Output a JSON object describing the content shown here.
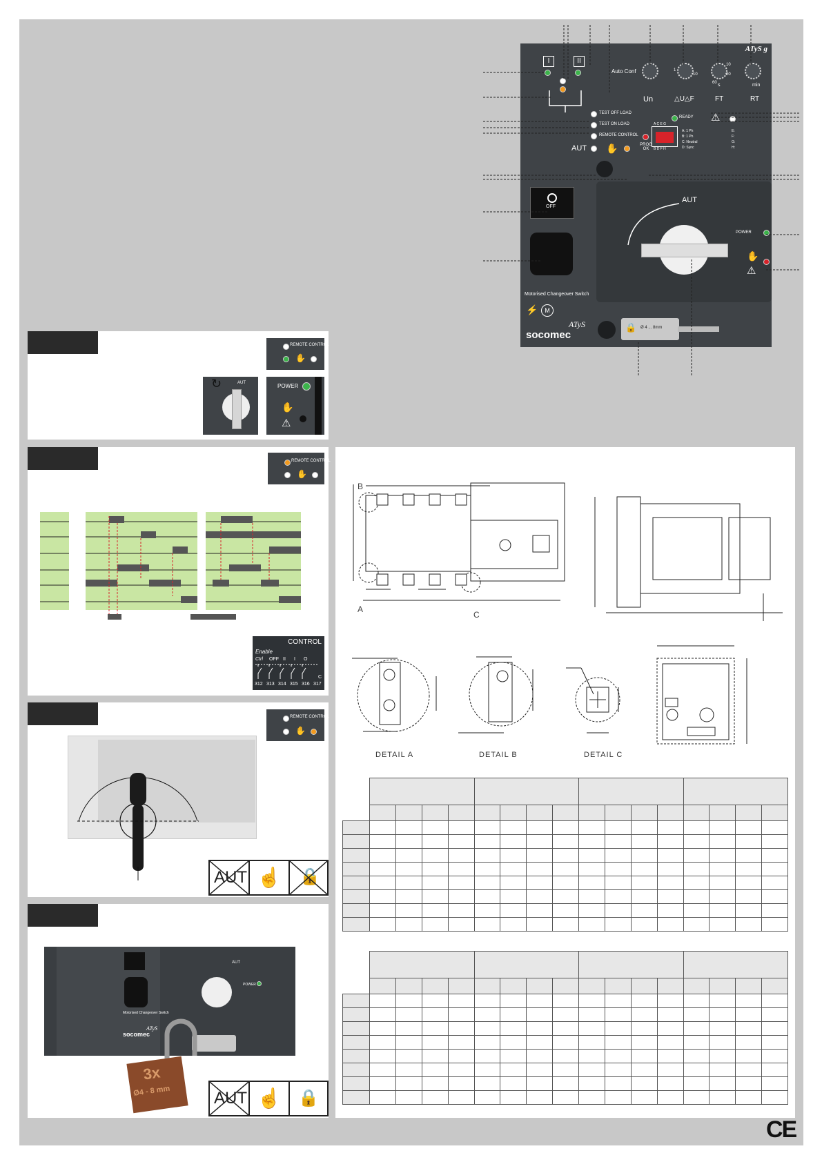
{
  "panel": {
    "brand": "ATyS g",
    "auto_conf_label": "Auto Conf",
    "source_1": "I",
    "source_2": "II",
    "knob_labels": {
      "un_top": "Un",
      "u_f": "△U△F",
      "ft": "FT",
      "rt": "RT",
      "dial_values": [
        "1",
        "10",
        "10",
        "20",
        "60",
        "min",
        "s"
      ]
    },
    "leds": {
      "test_off_load": "TEST OFF LOAD",
      "test_on_load": "TEST ON LOAD",
      "remote_control": "REMOTE CONTROL",
      "aut": "AUT",
      "ready": "READY",
      "prog_ok": "PROG OK",
      "power": "POWER"
    },
    "dip_header": "A C E G",
    "dip_footer": "B D F H",
    "dip_legend": [
      "A: 1 Ph",
      "B: 1 Ph",
      "C: Neutral",
      "D: Sync"
    ],
    "dip_legend_right": [
      "E:",
      "F:",
      "G:",
      "H:"
    ],
    "off_label": "OFF",
    "handle_aut": "AUT",
    "product_name": "Motorised Changeover Switch",
    "model": "ATyS",
    "manufacturer": "socomec",
    "padlock_range": "Ø 4 ... 8mm"
  },
  "sections": {
    "s1": {
      "remote_control": "REMOTE CONTROL",
      "power": "POWER",
      "aut": "AUT"
    },
    "s2": {
      "remote_control": "REMOTE CONTROL",
      "control_title": "CONTROL",
      "control_enable": "Enable",
      "control_columns": [
        "Ctrl",
        "OFF",
        "II",
        "I",
        "O"
      ],
      "terminals": [
        "312",
        "313",
        "314",
        "315",
        "316",
        "317"
      ],
      "terminal_c": "C"
    },
    "s3": {
      "remote_control": "REMOTE CONTROL",
      "aut_icon": "AUT"
    },
    "s4": {
      "aut_icon": "AUT",
      "padlock_tag": "3x",
      "padlock_range": "Ø4 - 8 mm",
      "power": "POWER",
      "aut": "AUT",
      "product_name": "Motorised Changeover Switch",
      "model": "ATyS",
      "manufacturer": "socomec"
    }
  },
  "drawings": {
    "label_b": "B",
    "label_a": "A",
    "label_c": "C",
    "detail_a": "DETAIL A",
    "detail_b": "DETAIL B",
    "detail_c": "DETAIL C"
  },
  "colors": {
    "sheet": "#c8c8c8",
    "panel": "#3f4347",
    "timing_green": "#c9e6a3",
    "led_green": "#3cb44b",
    "led_orange": "#f39a1e",
    "led_red": "#d8232a"
  },
  "footer": {
    "ce_mark": "CE"
  }
}
